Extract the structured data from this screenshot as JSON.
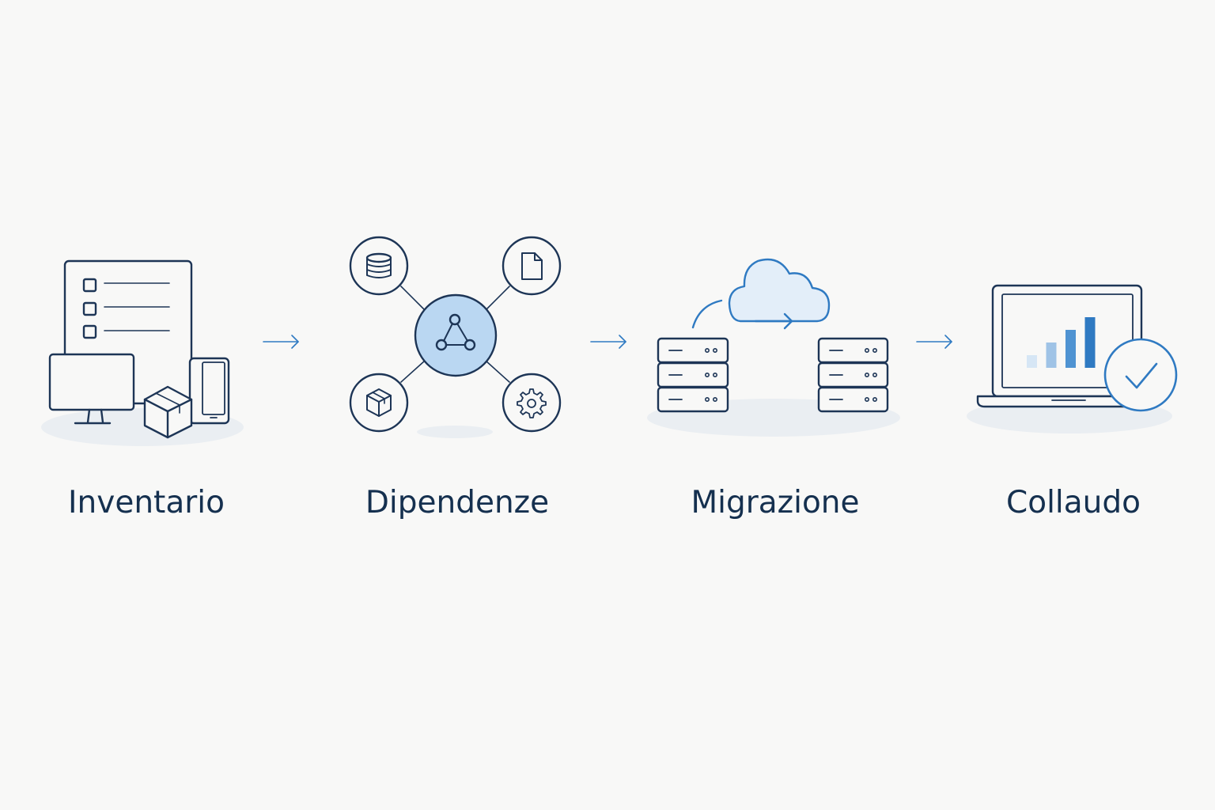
{
  "steps": [
    {
      "label": "Inventario"
    },
    {
      "label": "Dipendenze"
    },
    {
      "label": "Migrazione"
    },
    {
      "label": "Collaudo"
    }
  ],
  "colors": {
    "background": "#f8f8f7",
    "stroke_dark": "#1d3556",
    "accent_blue": "#2f7ac2",
    "accent_fill": "#bad7f2",
    "shadow": "#eaeef2"
  },
  "icons": {
    "step_1": [
      "checklist-icon",
      "monitor-icon",
      "package-box-icon",
      "smartphone-icon"
    ],
    "step_2": [
      "network-hub-icon",
      "database-icon",
      "document-icon",
      "package-icon",
      "gear-icon"
    ],
    "step_3": [
      "server-stack-icon",
      "cloud-icon",
      "migration-arrow-icon",
      "server-stack-icon"
    ],
    "step_4": [
      "laptop-icon",
      "bar-chart-icon",
      "check-circle-icon"
    ]
  },
  "chart_data": {
    "type": "bar",
    "values": [
      1,
      2,
      3,
      4
    ]
  }
}
